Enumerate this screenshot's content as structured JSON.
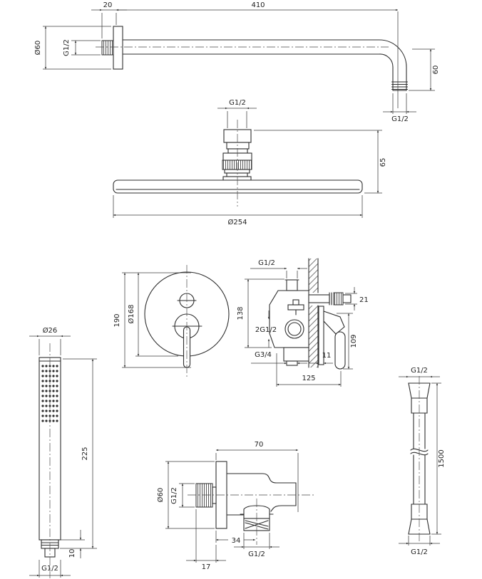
{
  "drawing": {
    "shower_arm": {
      "wall_offset": "20",
      "length": "410",
      "flange_diameter": "Ø60",
      "wall_thread": "G1/2",
      "drop_height": "60",
      "end_thread": "G1/2"
    },
    "rain_head": {
      "inlet_thread": "G1/2",
      "connector_height": "65",
      "head_diameter": "Ø254"
    },
    "mixer_front": {
      "overall_height": "190",
      "plate_diameter": "Ø168"
    },
    "mixer_side": {
      "inlet_thread": "G1/2",
      "body_height": "138",
      "side_outlet": "21",
      "side_ports_thread": "2G1/2",
      "bottom_thread": "G3/4",
      "handle_length": "109",
      "plate_offset": "11",
      "overall_width": "125"
    },
    "hand_shower": {
      "head_diameter": "Ø26",
      "length": "225",
      "connector_height": "10",
      "thread": "G1/2"
    },
    "wall_elbow": {
      "body_length": "70",
      "flange_diameter": "Ø60",
      "inlet_thread": "G1/2",
      "outlet_offset": "34",
      "outlet_thread": "G1/2",
      "inlet_depth": "17"
    },
    "hose": {
      "top_thread": "G1/2",
      "length": "1500",
      "bottom_thread": "G1/2"
    }
  }
}
